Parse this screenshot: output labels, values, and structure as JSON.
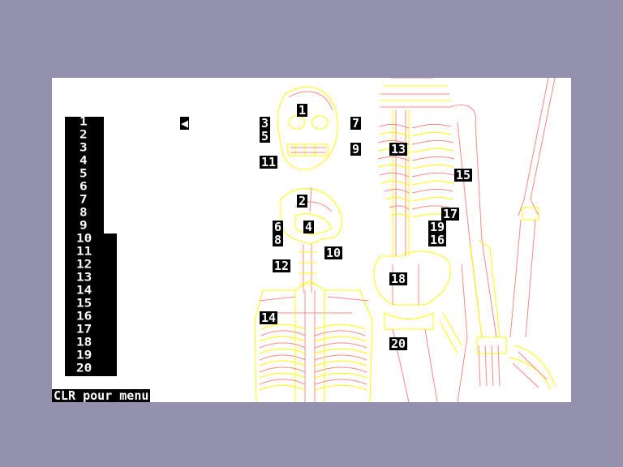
{
  "list": [
    "1",
    "2",
    "3",
    "4",
    "5",
    "6",
    "7",
    "8",
    "9",
    "10",
    "11",
    "12",
    "13",
    "14",
    "15",
    "16",
    "17",
    "18",
    "19",
    "20"
  ],
  "cursor_symbol": "◀",
  "labels": [
    "1",
    "2",
    "3",
    "4",
    "5",
    "6",
    "7",
    "8",
    "9",
    "10",
    "11",
    "12",
    "13",
    "14",
    "15",
    "16",
    "17",
    "18",
    "19",
    "20"
  ],
  "status": "CLR pour menu",
  "colors": {
    "border": "#9392ad",
    "screen": "#ffffff",
    "yellow": "#ffff00",
    "pink": "#ff8888"
  }
}
